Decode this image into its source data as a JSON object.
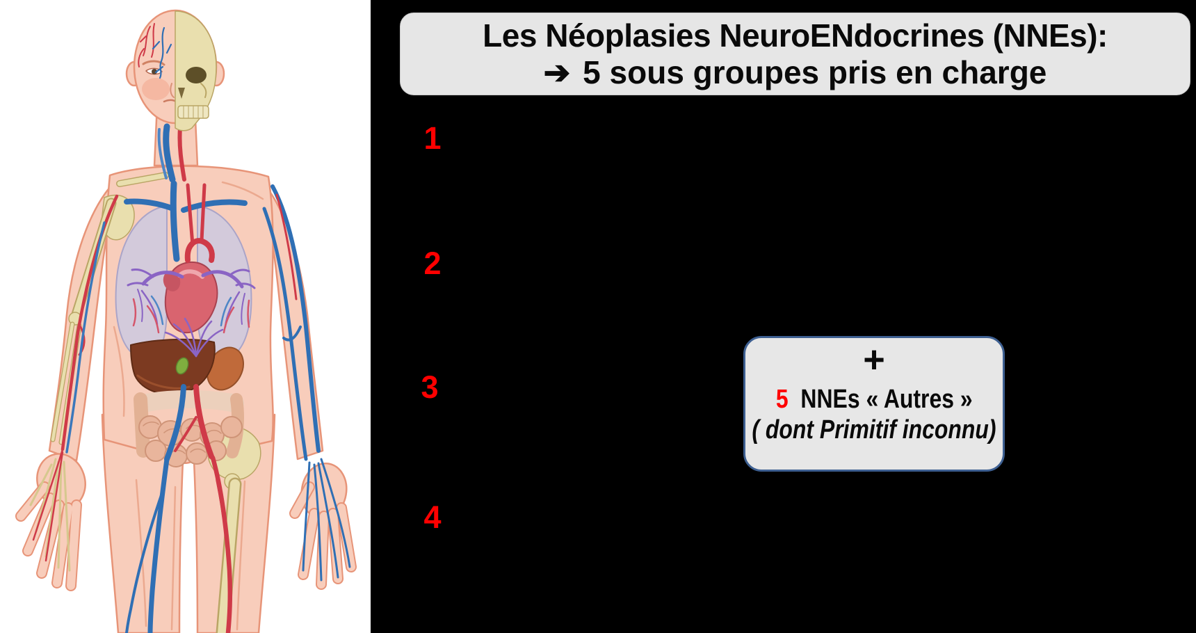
{
  "title": {
    "line1": "Les Néoplasies NeuroENdocrines (NNEs):",
    "arrow_glyph": "➔",
    "line2": "5 sous groupes pris en charge"
  },
  "group_numbers": [
    {
      "label": "1"
    },
    {
      "label": "2"
    },
    {
      "label": "3"
    },
    {
      "label": "4"
    }
  ],
  "others_box": {
    "plus": "+",
    "number": "5",
    "label": "NNEs « Autres »",
    "note": "( dont Primitif inconnu)"
  },
  "icons": {
    "arrow": "arrow-right-icon",
    "illustration": "human-anatomy-illustration"
  },
  "colors": {
    "slide_background": "#000000",
    "panel_background": "#ffffff",
    "accent_red": "#ff0000",
    "box_fill": "#e7e7e7",
    "others_box_border": "#3d5f91",
    "text": "#0a0a0a"
  }
}
